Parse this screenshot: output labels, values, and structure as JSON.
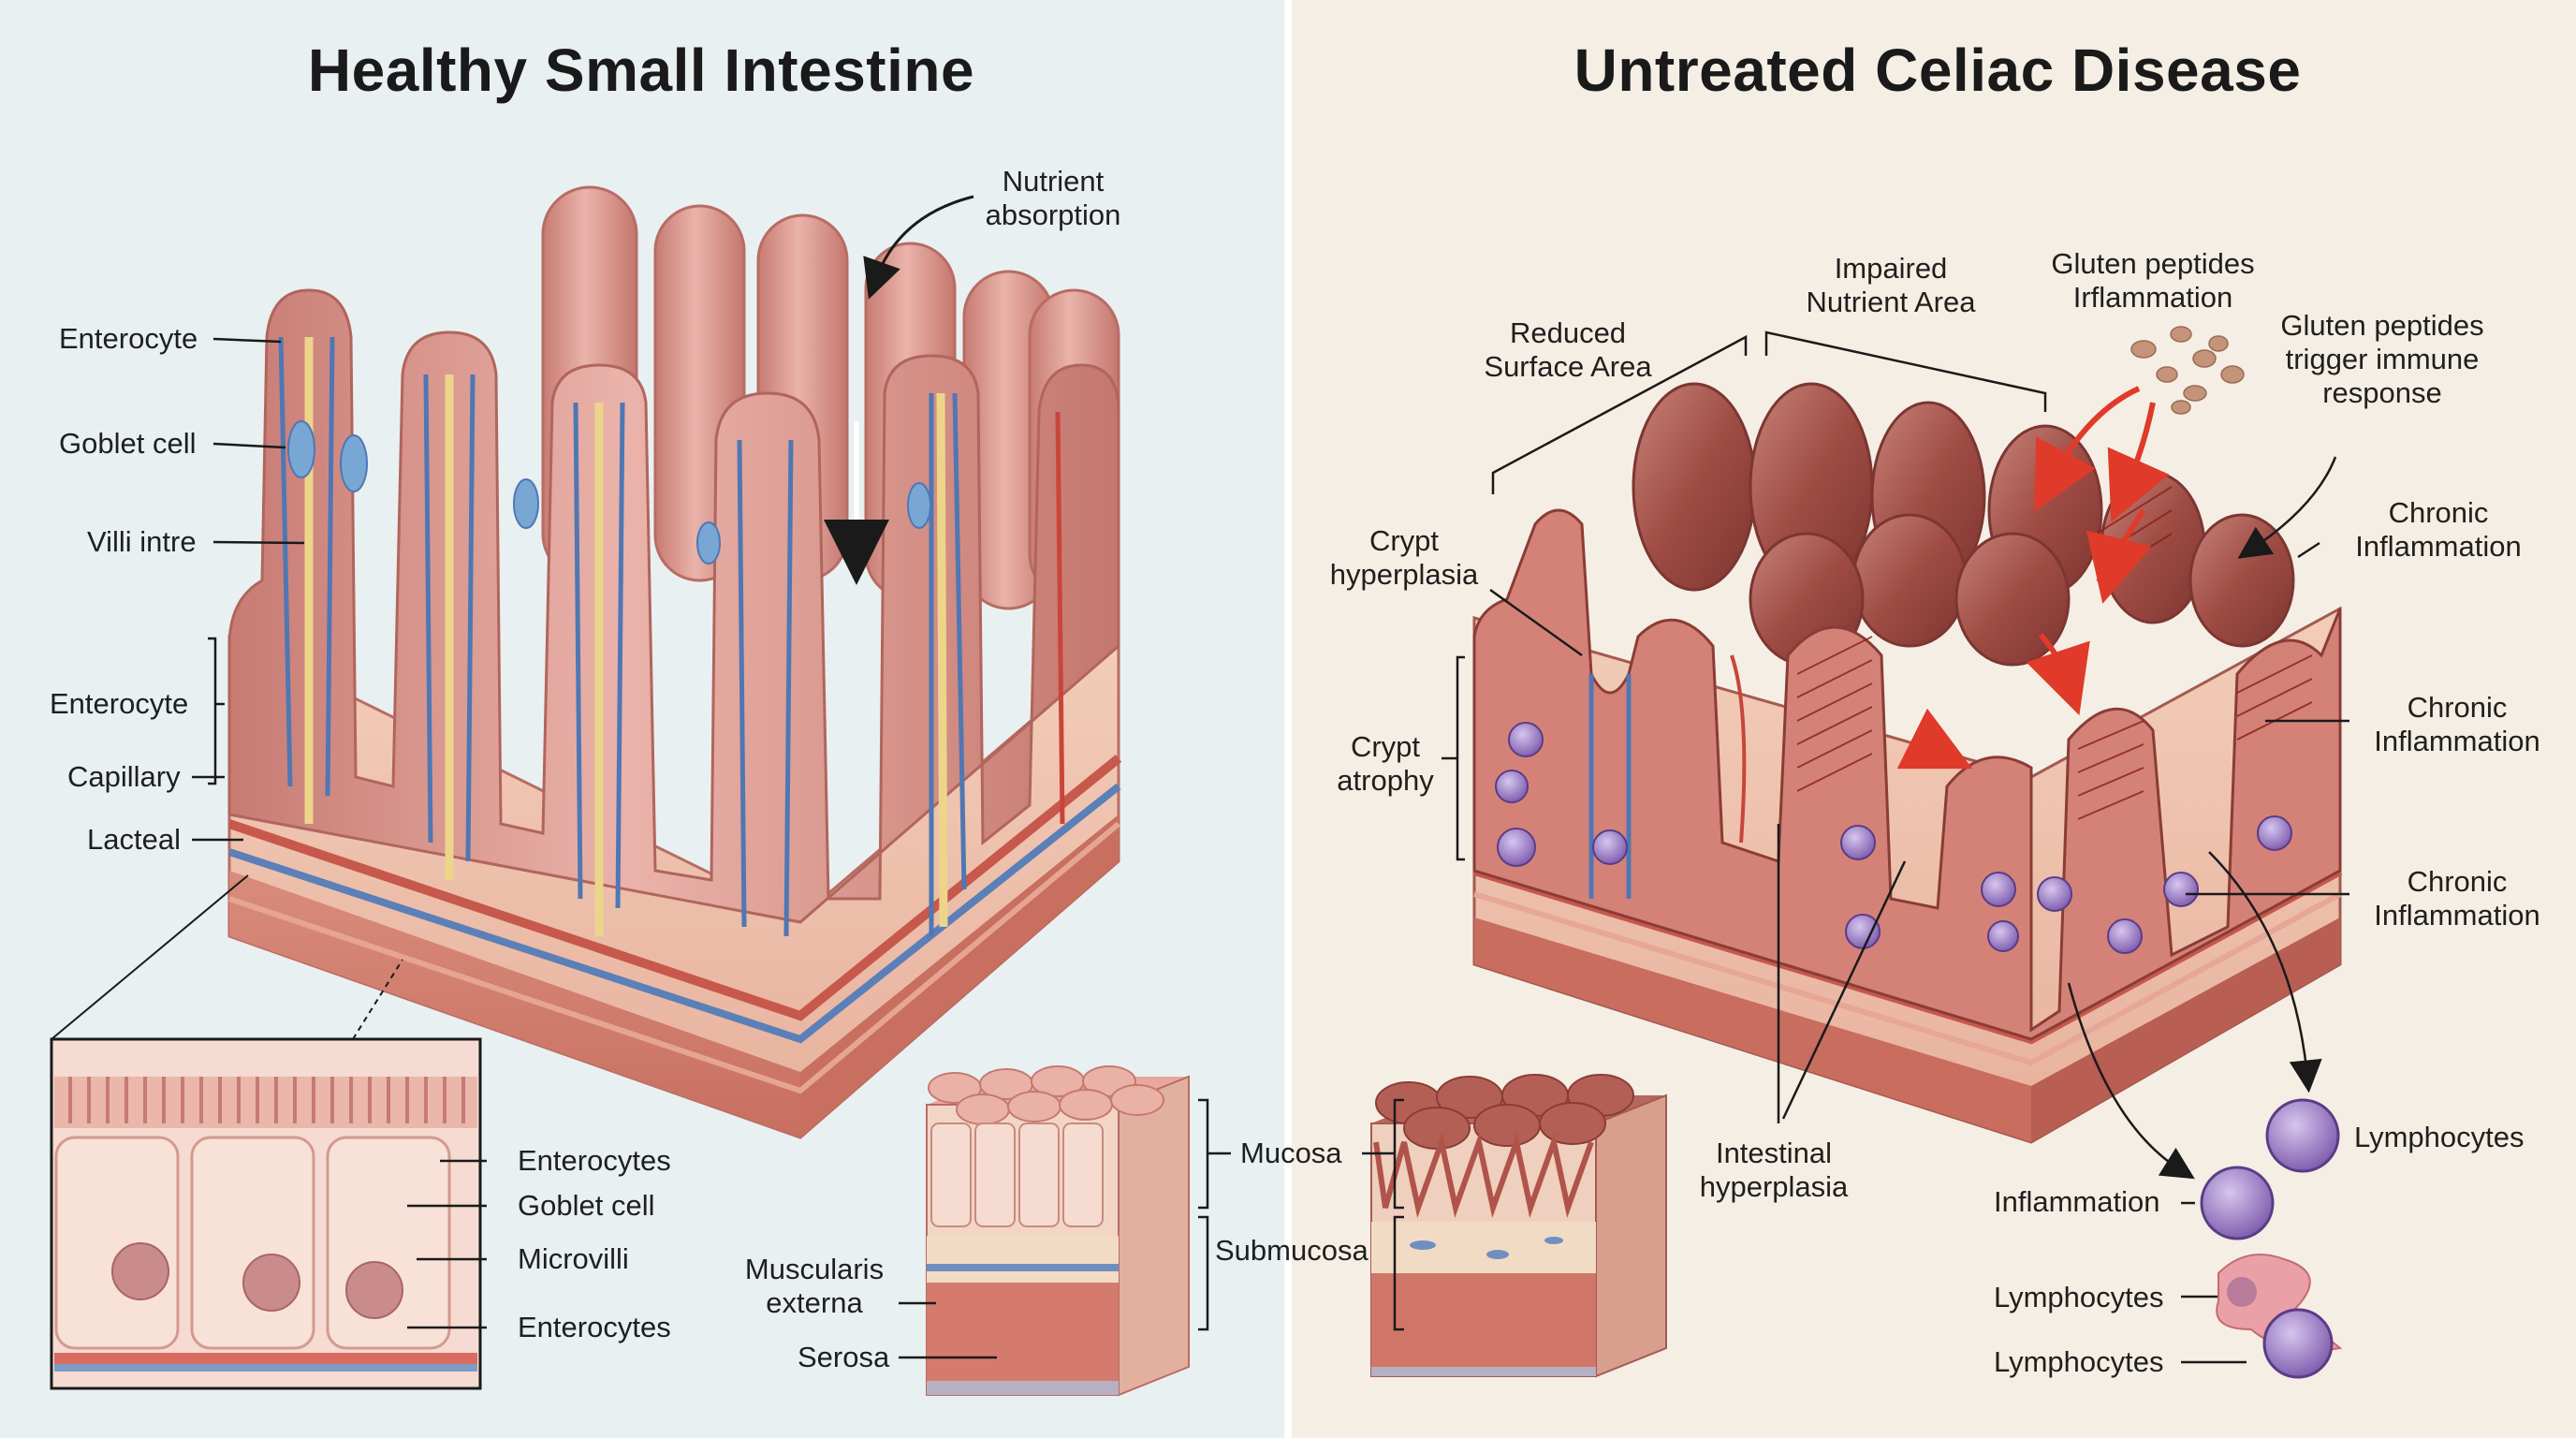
{
  "titles": {
    "healthy": "Healthy Small Intestine",
    "celiac": "Untreated Celiac Disease"
  },
  "healthy_labels": {
    "enterocyte": "Enterocyte",
    "goblet_cell": "Goblet cell",
    "villi_intre": "Villi intre",
    "enterocyte_bracket": "Enterocyte",
    "capillary": "Capillary",
    "lacteal": "Lacteal",
    "nutrient_absorption_1": "Nutrient",
    "nutrient_absorption_2": "absorption"
  },
  "inset_labels": {
    "enterocytes_top": "Enterocytes",
    "goblet_cell": "Goblet cell",
    "microvilli": "Microvilli",
    "enterocytes_bottom": "Enterocytes"
  },
  "layer_labels": {
    "mucosa": "Mucosa",
    "submucosa": "Submucosa",
    "muscularis_1": "Muscularis",
    "muscularis_2": "externa",
    "serosa": "Serosa"
  },
  "celiac_labels": {
    "reduced_1": "Reduced",
    "reduced_2": "Surface Area",
    "impaired_1": "Impaired",
    "impaired_2": "Nutrient Area",
    "gluten_infl_1": "Gluten peptides",
    "gluten_infl_2": "Irflammation",
    "gluten_trigger_1": "Gluten peptides",
    "gluten_trigger_2": "trigger immune",
    "gluten_trigger_3": "response",
    "crypt_hyper_1": "Crypt",
    "crypt_hyper_2": "hyperplasia",
    "crypt_atrophy_1": "Crypt",
    "crypt_atrophy_2": "atrophy",
    "chronic_1a": "Chronic",
    "chronic_1b": "Inflammation",
    "chronic_2a": "Chronic",
    "chronic_2b": "Inflammation",
    "chronic_3a": "Chronic",
    "chronic_3b": "Inflammation",
    "intestinal_1": "Intestinal",
    "intestinal_2": "hyperplasia",
    "lymphocytes_1": "Lymphocytes",
    "inflammation": "Inflammation",
    "lymphocytes_2": "Lymphocytes",
    "lymphocytes_3": "Lymphocytes"
  },
  "colors": {
    "healthy_bg": "#e9f0f1",
    "celiac_bg": "#f5eee4",
    "villus": "#d99a92",
    "celiac_tissue": "#b5665c",
    "vessel_blue": "#4f77b3",
    "vessel_red": "#c8453c",
    "lacteal": "#ecd58a",
    "lymphocyte": "#8c6ab8",
    "alert_red": "#e03a2a"
  }
}
